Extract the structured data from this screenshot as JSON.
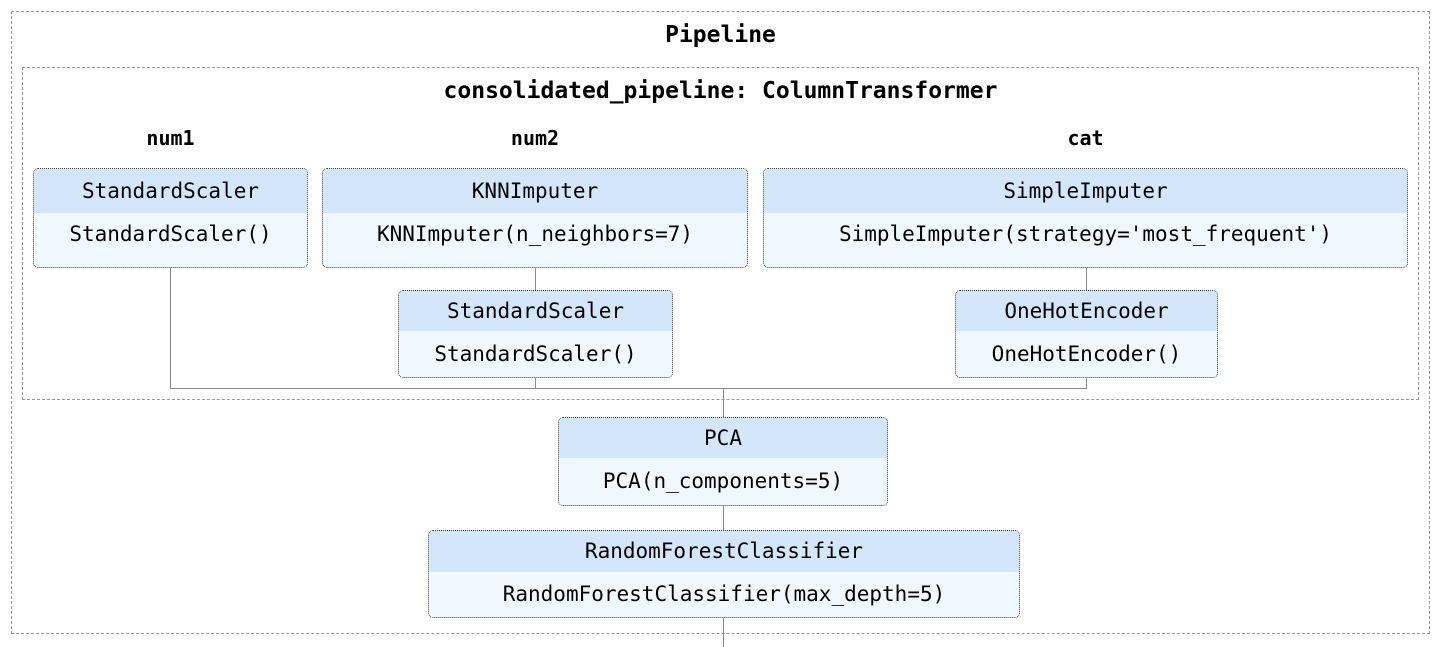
{
  "diagram": {
    "type": "sklearn-pipeline-repr",
    "outer": {
      "title": "Pipeline"
    },
    "column_transformer": {
      "title": "consolidated_pipeline: ColumnTransformer",
      "columns": [
        {
          "label": "num1"
        },
        {
          "label": "num2"
        },
        {
          "label": "cat"
        }
      ]
    },
    "estimators": {
      "num1_scaler": {
        "name": "StandardScaler",
        "repr": "StandardScaler()"
      },
      "num2_imputer": {
        "name": "KNNImputer",
        "repr": "KNNImputer(n_neighbors=7)"
      },
      "cat_imputer": {
        "name": "SimpleImputer",
        "repr": "SimpleImputer(strategy='most_frequent')"
      },
      "num2_scaler": {
        "name": "StandardScaler",
        "repr": "StandardScaler()"
      },
      "cat_encoder": {
        "name": "OneHotEncoder",
        "repr": "OneHotEncoder()"
      },
      "pca": {
        "name": "PCA",
        "repr": "PCA(n_components=5)"
      },
      "classifier": {
        "name": "RandomForestClassifier",
        "repr": "RandomForestClassifier(max_depth=5)"
      }
    },
    "colors": {
      "box_header": "#d4e6f9",
      "box_body": "#f0f8ff",
      "box_border": "#3b3b3b",
      "frame_border": "#9a9a9a",
      "connector": "#8b8b8b",
      "background": "#ffffff",
      "text": "#000000"
    }
  }
}
